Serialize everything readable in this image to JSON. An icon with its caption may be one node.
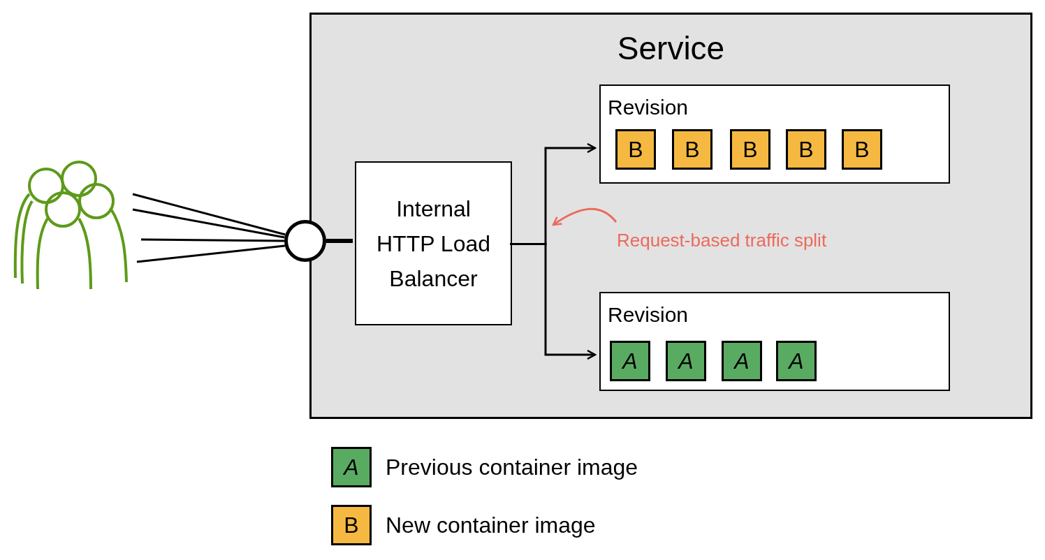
{
  "diagram": {
    "nodes": [
      {
        "text": [
          "Service"
        ]
      },
      {
        "text": [],
        "shape": "person"
      },
      {
        "text": [],
        "shape": "circle"
      },
      {
        "text": [
          "Internal HTTP Load Balancer"
        ],
        "in": 0
      },
      {
        "text": [
          "Revision"
        ],
        "in": 0
      },
      {
        "text": [
          "B"
        ],
        "in": 4
      },
      {
        "text": [
          "B"
        ],
        "in": 4
      },
      {
        "text": [
          "B"
        ],
        "in": 4
      },
      {
        "text": [
          "B"
        ],
        "in": 4
      },
      {
        "text": [
          "B"
        ],
        "in": 4
      },
      {
        "text": [
          "Revision"
        ],
        "in": 0
      },
      {
        "text": [
          "A"
        ],
        "in": 10
      },
      {
        "text": [
          "A"
        ],
        "in": 10
      },
      {
        "text": [
          "A"
        ],
        "in": 10
      },
      {
        "text": [
          "A"
        ],
        "in": 10
      },
      {
        "text": [
          "Request-based traffic split"
        ],
        "in": 0
      }
    ],
    "edges": [
      {
        "from": 1,
        "to": 2,
        "arrow": "none"
      },
      {
        "from": 1,
        "to": 2,
        "arrow": "none"
      },
      {
        "from": 1,
        "to": 2,
        "arrow": "none"
      },
      {
        "from": 1,
        "to": 2,
        "arrow": "none"
      },
      {
        "from": 2,
        "to": 3,
        "arrow": "none",
        "style": "thick"
      },
      {
        "from": 3,
        "to": 4,
        "arrow": "to"
      },
      {
        "from": 3,
        "to": 10,
        "arrow": "to"
      },
      {
        "from": 15,
        "to": null,
        "arrow": "to",
        "color": "#ec6a5c"
      }
    ],
    "labels": [
      "A",
      "B"
    ],
    "legend": [
      {
        "text": "Previous container image",
        "color": "#5aab62"
      },
      {
        "text": "New container image",
        "color": "#f5b942"
      }
    ]
  }
}
